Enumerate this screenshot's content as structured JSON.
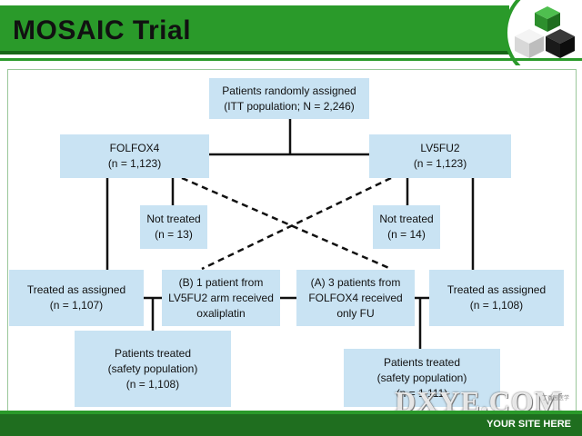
{
  "slide": {
    "title": "MOSAIC Trial",
    "footer_text": "YOUR SITE HERE",
    "watermark": "DXYE.COM",
    "watermark_sub": "丁香园医学"
  },
  "flow": {
    "randomized": {
      "line1": "Patients randomly assigned",
      "line2": "(ITT population; N = 2,246)"
    },
    "folfox4": {
      "line1": "FOLFOX4",
      "line2": "(n = 1,123)"
    },
    "lv5fu2": {
      "line1": "LV5FU2",
      "line2": "(n = 1,123)"
    },
    "not_treated_left": {
      "line1": "Not treated",
      "line2": "(n = 13)"
    },
    "not_treated_right": {
      "line1": "Not treated",
      "line2": "(n = 14)"
    },
    "treated_left": {
      "line1": "Treated as assigned",
      "line2": "(n = 1,107)"
    },
    "treated_right": {
      "line1": "Treated as assigned",
      "line2": "(n = 1,108)"
    },
    "crossover_b": {
      "line1": "(B) 1 patient from",
      "line2": "LV5FU2 arm received",
      "line3": "oxaliplatin"
    },
    "crossover_a": {
      "line1": "(A) 3 patients from",
      "line2": "FOLFOX4 received",
      "line3": "only FU"
    },
    "safety_left": {
      "line1": "Patients treated",
      "line2": "(safety population)",
      "line3": "(n = 1,108)"
    },
    "safety_right": {
      "line1": "Patients treated",
      "line2": "(safety population)",
      "line3": "(n = 1,111)"
    }
  },
  "colors": {
    "brand_green": "#2a9a2a",
    "box_fill": "#c9e3f3"
  }
}
